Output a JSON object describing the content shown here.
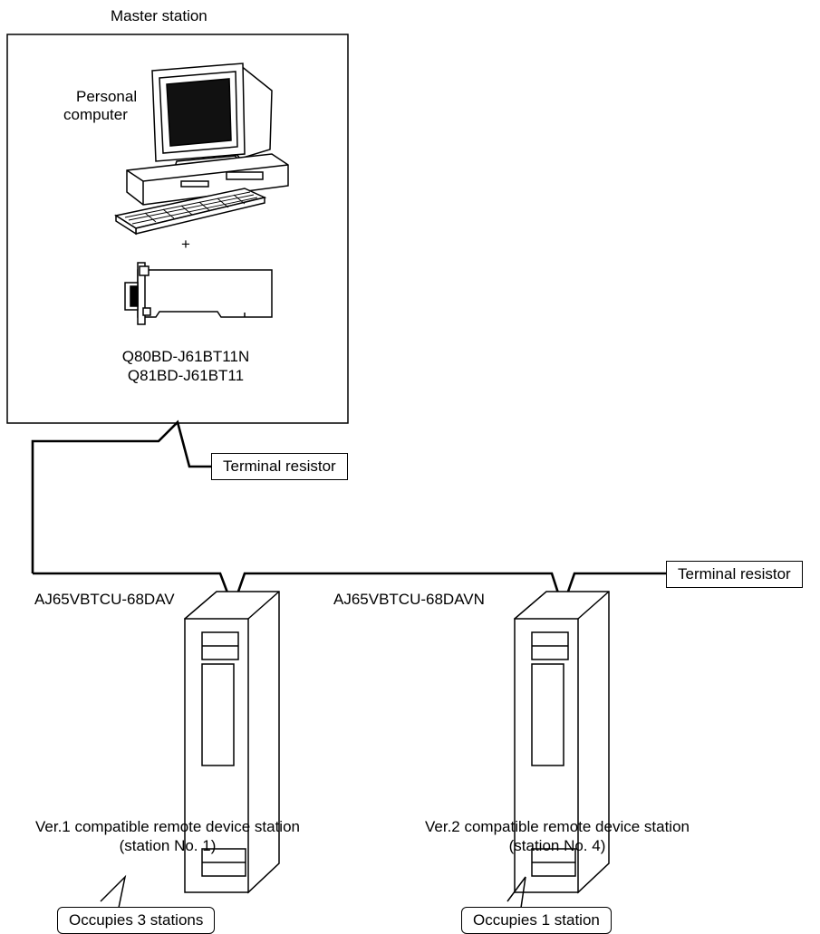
{
  "master": {
    "title": "Master station",
    "pc_label_line1": "Personal",
    "pc_label_line2": "computer",
    "plus": "+",
    "board_model_1": "Q80BD-J61BT11N",
    "board_model_2": "Q81BD-J61BT11"
  },
  "terminal_resistor_1": "Terminal resistor",
  "terminal_resistor_2": "Terminal resistor",
  "station1": {
    "model": "AJ65VBTCU-68DAV",
    "desc_line1": "Ver.1 compatible remote device station",
    "desc_line2": "(station No. 1)",
    "callout": "Occupies 3 stations"
  },
  "station2": {
    "model": "AJ65VBTCU-68DAVN",
    "desc_line1": "Ver.2 compatible remote device station",
    "desc_line2": "(station No. 4)",
    "callout": "Occupies 1 station"
  }
}
